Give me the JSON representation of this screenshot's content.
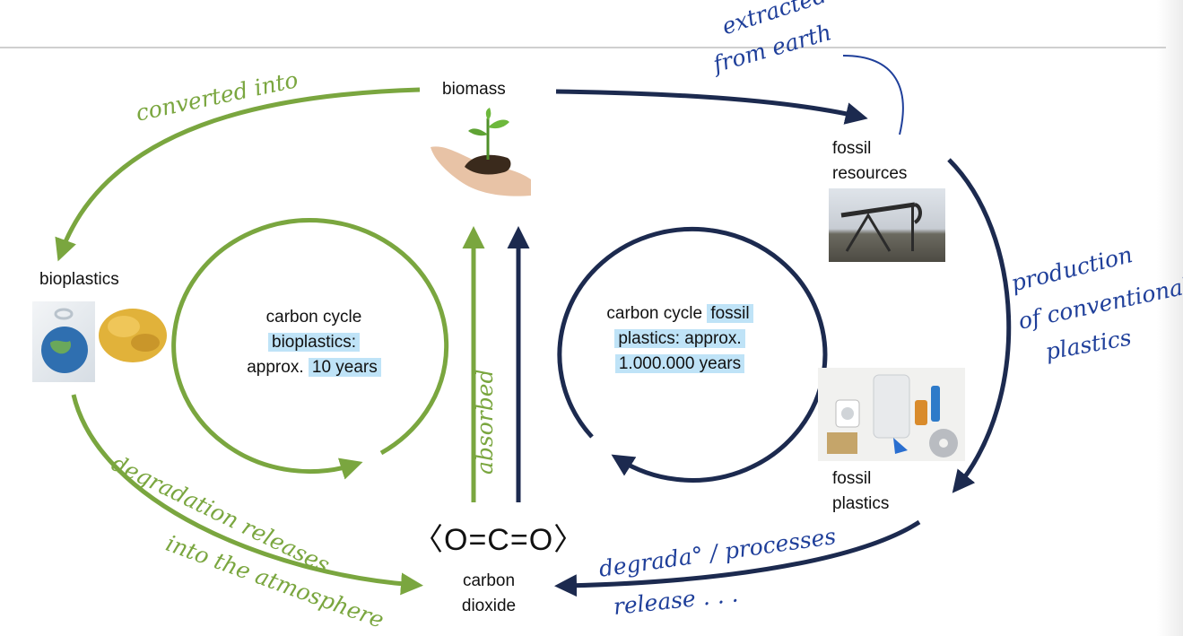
{
  "nodes": {
    "biomass": "biomass",
    "fossil_resources": [
      "fossil",
      "resources"
    ],
    "bioplastics": "bioplastics",
    "fossil_plastics": [
      "fossil",
      "plastics"
    ],
    "carbon_dioxide": [
      "carbon",
      "dioxide"
    ],
    "co2_formula": "〈O=C=O〉"
  },
  "cycles": {
    "bio": {
      "line1": "carbon cycle",
      "line2": "bioplastics:",
      "line3_prefix": "approx.",
      "line3_value": "10 years"
    },
    "fossil": {
      "line1_prefix": "carbon cycle",
      "line1_value": "fossil",
      "line2": "plastics: approx.",
      "line3": "1.000.000 years"
    }
  },
  "handwritten": {
    "converted_into": "converted into",
    "degradation": [
      "degradation releases",
      "into the atmosphere"
    ],
    "absorbed": "absorbed",
    "extracted": [
      "extracted",
      "from earth"
    ],
    "production": [
      "production",
      "of conventional",
      "plastics"
    ],
    "degrada_release": [
      "degrada° / processes",
      "release . . ."
    ]
  },
  "colors": {
    "green": "#7aa63f",
    "navy": "#1c2a4f",
    "ink": "#1f3f9a",
    "highlight": "#bfe3f7"
  }
}
